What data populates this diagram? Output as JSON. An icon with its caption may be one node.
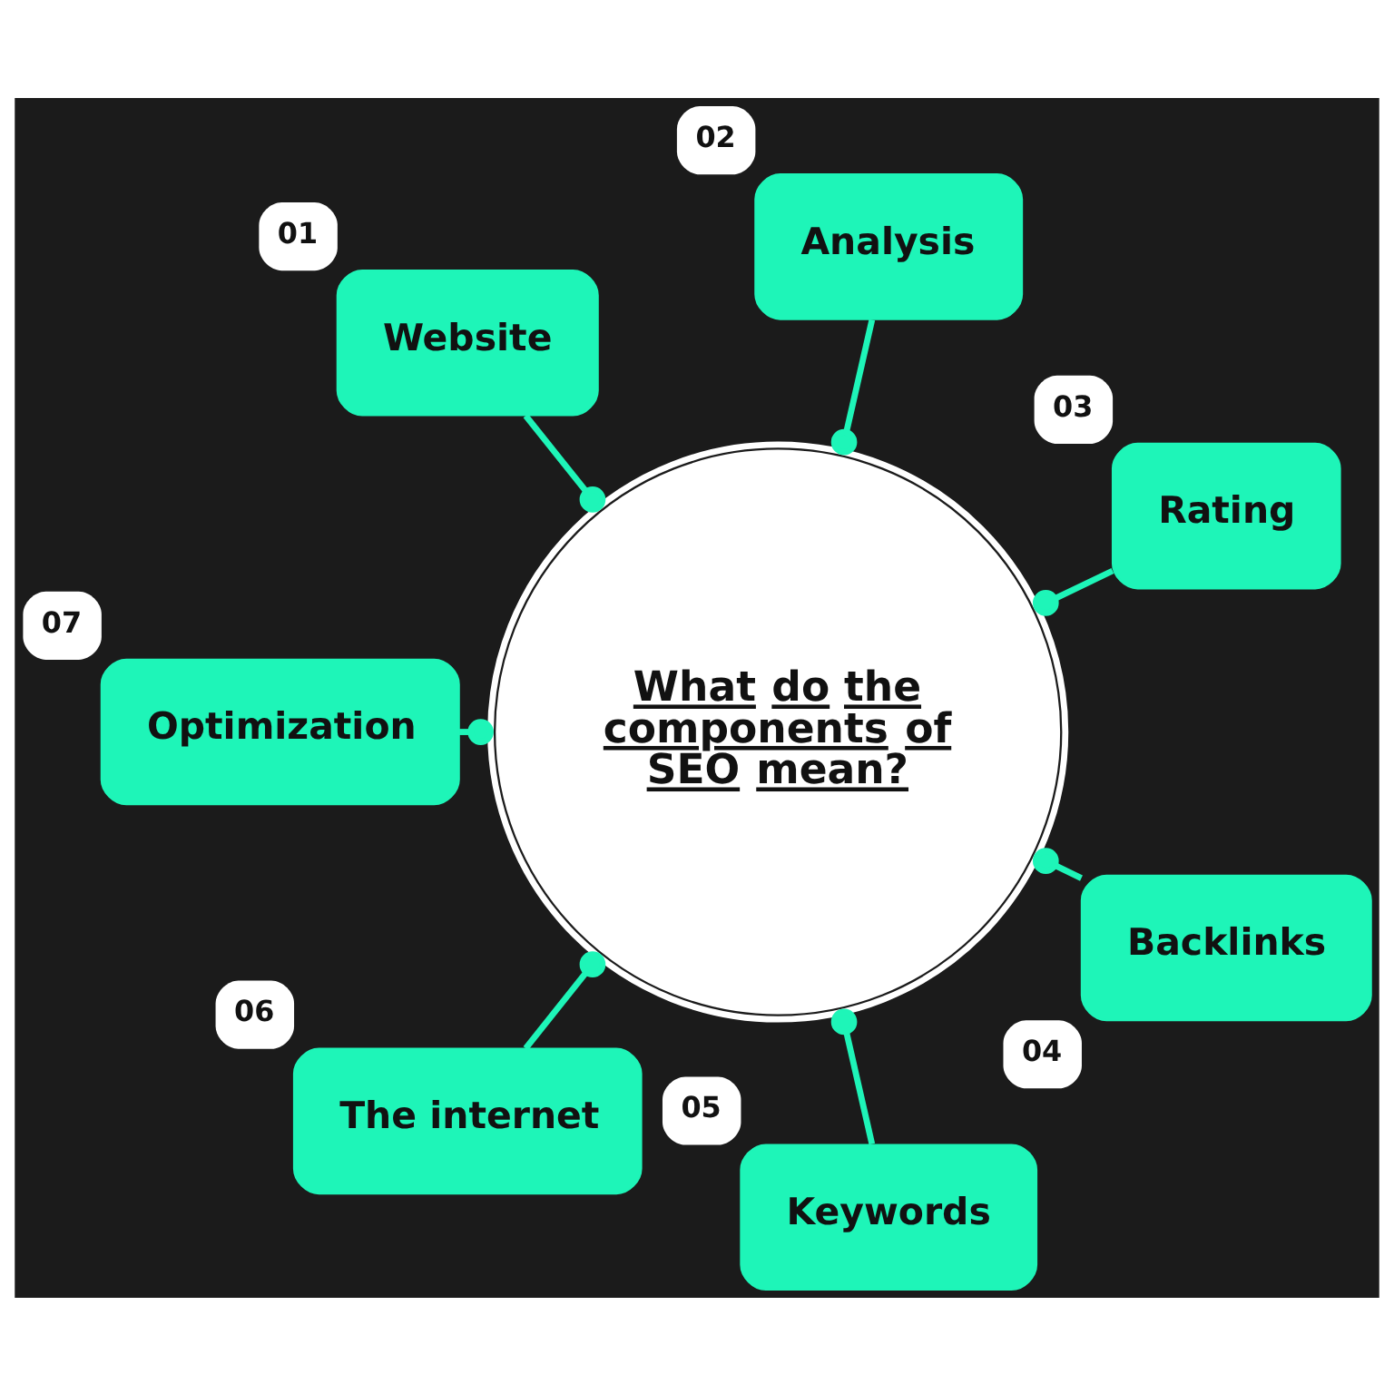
{
  "diagram": {
    "nodes": [
      {
        "text": [
          "What do the components of SEO mean?"
        ]
      },
      {
        "text": [
          "Website"
        ],
        "beside": [
          "01"
        ]
      },
      {
        "text": [
          "Analysis"
        ],
        "beside": [
          "02"
        ]
      },
      {
        "text": [
          "Rating"
        ],
        "beside": [
          "03"
        ]
      },
      {
        "text": [
          "Backlinks"
        ],
        "beside": [
          "04"
        ]
      },
      {
        "text": [
          "Keywords"
        ],
        "beside": [
          "05"
        ]
      },
      {
        "text": [
          "The internet"
        ],
        "beside": [
          "06"
        ]
      },
      {
        "text": [
          "Optimization"
        ],
        "beside": [
          "07"
        ]
      }
    ],
    "edges": [
      {
        "from": 0,
        "to": 1,
        "arrow": "other"
      },
      {
        "from": 0,
        "to": 2,
        "arrow": "other"
      },
      {
        "from": 0,
        "to": 3,
        "arrow": "other"
      },
      {
        "from": 0,
        "to": 4,
        "arrow": "other"
      },
      {
        "from": 0,
        "to": 5,
        "arrow": "other"
      },
      {
        "from": 0,
        "to": 6,
        "arrow": "other"
      },
      {
        "from": 0,
        "to": 7,
        "arrow": "other"
      }
    ]
  }
}
